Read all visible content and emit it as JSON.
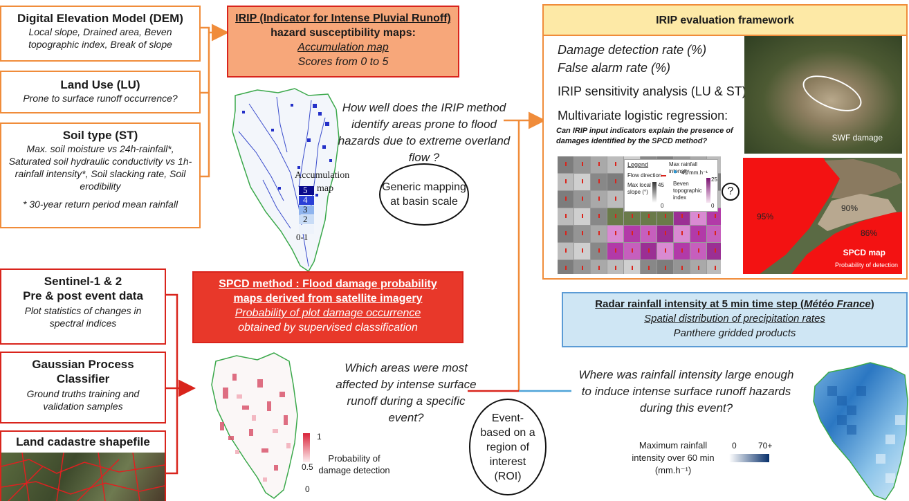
{
  "inputs_top": {
    "dem": {
      "title": "Digital Elevation Model (DEM)",
      "desc": "Local slope, Drained area, Beven topographic index, Break of slope"
    },
    "lu": {
      "title": "Land Use (LU)",
      "desc": "Prone to surface runoff occurrence?"
    },
    "st": {
      "title": "Soil type (ST)",
      "desc": "Max. soil moisture vs 24h-rainfall*, Saturated soil hydraulic conductivity vs 1h-rainfall intensity*, Soil slacking rate, Soil erodibility",
      "note": "* 30-year return period mean rainfall"
    }
  },
  "irip": {
    "title": "IRIP (Indicator for Intense Pluvial Runoff)",
    "subtitle": "hazard susceptibility maps:",
    "map_name": "Accumulation map",
    "scores": "Scores from 0 to 5",
    "legend_title": "Accumulation",
    "legend_map": "map",
    "legend_labels": [
      "5",
      "4",
      "3",
      "2",
      "0-1"
    ],
    "legend_colors": [
      "#0a0a8c",
      "#2a3fd6",
      "#8fb4ee",
      "#c9dcf6",
      "#eef3fb"
    ],
    "question": "How well does the IRIP method identify areas prone to flood hazards due to extreme overland flow ?"
  },
  "generic": "Generic mapping at basin scale",
  "eval": {
    "title": "IRIP evaluation framework",
    "rate1": "Damage detection rate (%)",
    "rate2": "False alarm rate (%)",
    "sensitivity": "IRIP sensitivity analysis (LU & ST)",
    "regression": "Multivariate logistic regression:",
    "regression_q": "Can IRIP input indicators explain the presence of damages identified by the SPCD method?",
    "photo_label": "SWF damage",
    "inset": {
      "legend": "Legend",
      "flow": "Flow direction",
      "maxrain": "Max rainfall intensity",
      "maxrain_val": "41 mm.h⁻¹",
      "slope": "Max local slope (°)",
      "slope_max": "45",
      "slope_min": "0",
      "beven": "Beven topographic index",
      "beven_max": "25",
      "beven_min": "0"
    },
    "qmark": "?",
    "spcd_pct": [
      "95%",
      "90%",
      "86%"
    ],
    "spcd_map": "SPCD map",
    "spcd_prob": "Probability of detection"
  },
  "inputs_bottom": {
    "sentinel": {
      "title1": "Sentinel-1 & 2",
      "title2": "Pre & post event data",
      "desc": "Plot statistics of changes in spectral indices"
    },
    "gpc": {
      "title": "Gaussian Process Classifier",
      "desc": "Ground truths training and validation samples"
    },
    "cadastre": {
      "title": "Land cadastre shapefile"
    }
  },
  "spcd": {
    "title1": "SPCD method : Flood damage probability",
    "title2": "maps derived from satellite imagery",
    "sub1": "Probability of plot damage occurrence",
    "sub2": "obtained by supervised classification",
    "question": "Which areas were most affected by intense surface runoff during a specific event?",
    "legend_max": "1",
    "legend_mid": "0.5",
    "legend_min": "0",
    "legend_label": "Probability of damage detection"
  },
  "event": "Event-based on a region of interest (ROI)",
  "radar": {
    "title_a": "Radar rainfall intensity at 5 min time step (",
    "title_b": "Météo France",
    "title_c": ")",
    "sub1": "Spatial distribution of precipitation rates",
    "sub2": "Panthere gridded products",
    "question": "Where was rainfall intensity large enough to induce intense surface runoff hazards during this event?",
    "legend_label1": "Maximum rainfall",
    "legend_label2": "intensity over 60 min",
    "legend_unit": "(mm.h⁻¹)",
    "legend_min": "0",
    "legend_max": "70+"
  },
  "colors": {
    "orange": "#f08c3a",
    "red": "#d9241c",
    "irip_fill": "#f7a77a",
    "spcd_fill": "#e8382a",
    "eval_fill": "#fde9a6",
    "radar_fill": "#cfe6f4",
    "radar_border": "#5b9bd5",
    "blue_line": "#4ea3d8"
  }
}
